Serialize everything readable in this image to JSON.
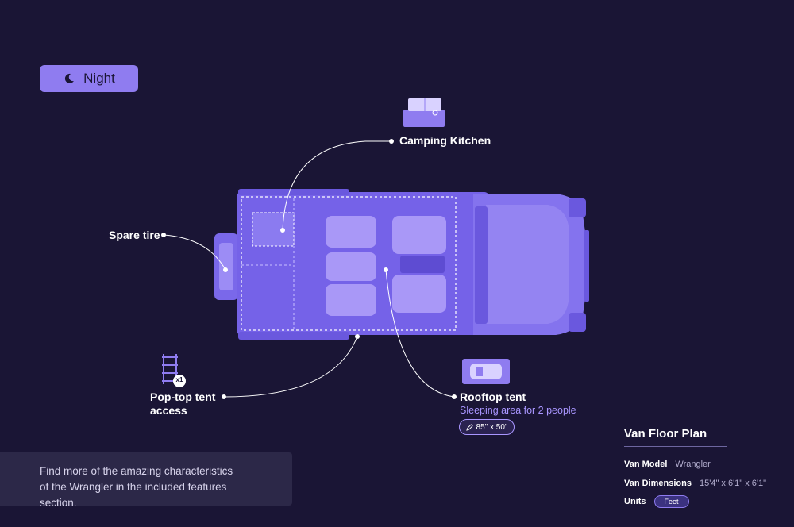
{
  "mode": {
    "label": "Night",
    "icon": "moon-icon"
  },
  "callouts": {
    "camping_kitchen": {
      "label": "Camping Kitchen"
    },
    "spare_tire": {
      "label": "Spare tire"
    },
    "pop_top": {
      "line1": "Pop-top tent",
      "line2": "access",
      "badge": "x1"
    },
    "rooftop_tent": {
      "label": "Rooftop tent",
      "sub": "Sleeping area for 2 people",
      "dimensions": "85\" x 50\""
    }
  },
  "info": {
    "line1": "Find more of the amazing characteristics",
    "line2": "of the Wrangler in the included features section."
  },
  "floor_plan": {
    "title": "Van Floor Plan",
    "model_label": "Van Model",
    "model_value": "Wrangler",
    "dimensions_label": "Van Dimensions",
    "dimensions_value": "15'4\" x 6'1\" x 6'1\"",
    "units_label": "Units",
    "units_value": "Feet"
  },
  "colors": {
    "background": "#1a1535",
    "accent": "#8f7cf0",
    "vehicle": "#7562e8",
    "vehicle_light": "#a996ff"
  }
}
